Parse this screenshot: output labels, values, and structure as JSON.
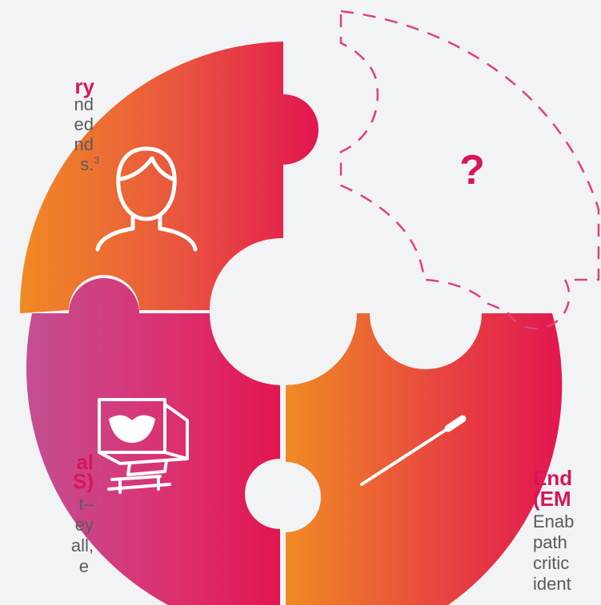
{
  "colors": {
    "background": "#f2f3f5",
    "orange": "#f08a24",
    "red": "#e2164f",
    "magenta_left": "#c44f94",
    "heading": "#d6165a",
    "body_text": "#5a5a5e",
    "dashed_outline": "#e0407a"
  },
  "pieces": [
    {
      "position": "top-left",
      "icon": "person-icon"
    },
    {
      "position": "bottom-left",
      "icon": "computer-monitor-icon"
    },
    {
      "position": "bottom-right",
      "icon": "endoscope-icon"
    },
    {
      "position": "top-right",
      "icon": "question-mark",
      "state": "missing",
      "label": "?"
    }
  ],
  "left_top_block": {
    "heading_fragment": "ry",
    "lines": [
      "nd",
      "ed",
      "nd",
      "s."
    ],
    "superscript": "3"
  },
  "left_bottom_block": {
    "heading_lines": [
      "al",
      "S)"
    ],
    "lines": [
      "t–",
      "ey",
      "all,",
      "e"
    ]
  },
  "right_block": {
    "heading_lines": [
      "End",
      "(EM"
    ],
    "lines": [
      "Enab",
      "path",
      "critic",
      "ident"
    ]
  }
}
